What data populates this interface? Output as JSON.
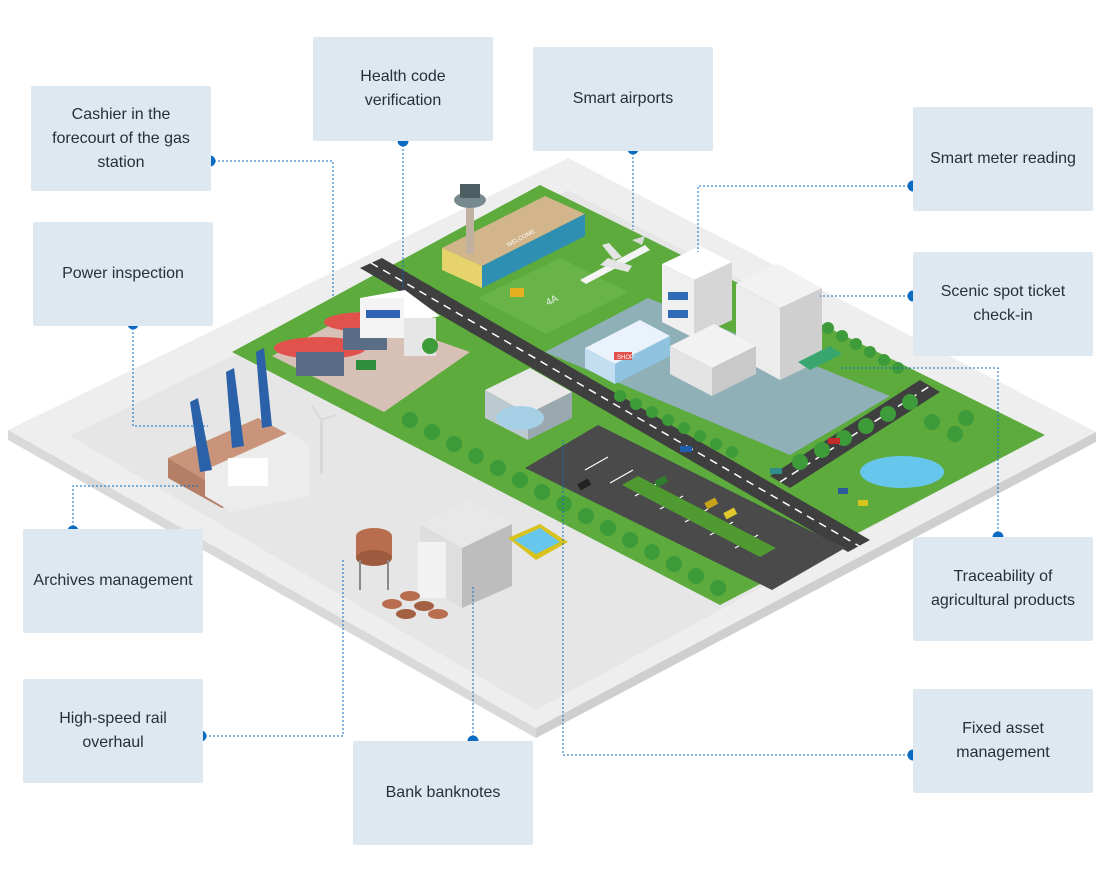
{
  "labels": {
    "gas_cashier": "Cashier in the forecourt of the gas station",
    "health_code": "Health code verification",
    "smart_airports": "Smart airports",
    "smart_meter": "Smart meter reading",
    "power_inspection": "Power inspection",
    "scenic_ticket": "Scenic spot ticket check-in",
    "archives": "Archives management",
    "agri_trace": "Traceability of agricultural products",
    "rail_overhaul": "High-speed rail overhaul",
    "fixed_asset": "Fixed asset management",
    "bank_notes": "Bank banknotes"
  },
  "scene_text": {
    "terminal_sign": "WELCOME",
    "apron_marking": "4A",
    "shop_sign": "SHOP"
  },
  "colors": {
    "box_bg": "#dde8f0",
    "connector": "#0b6bc2",
    "grass": "#5cab3c",
    "road": "#3f3f3f",
    "plaza": "#d7c0b6",
    "water": "#67c6ec"
  }
}
